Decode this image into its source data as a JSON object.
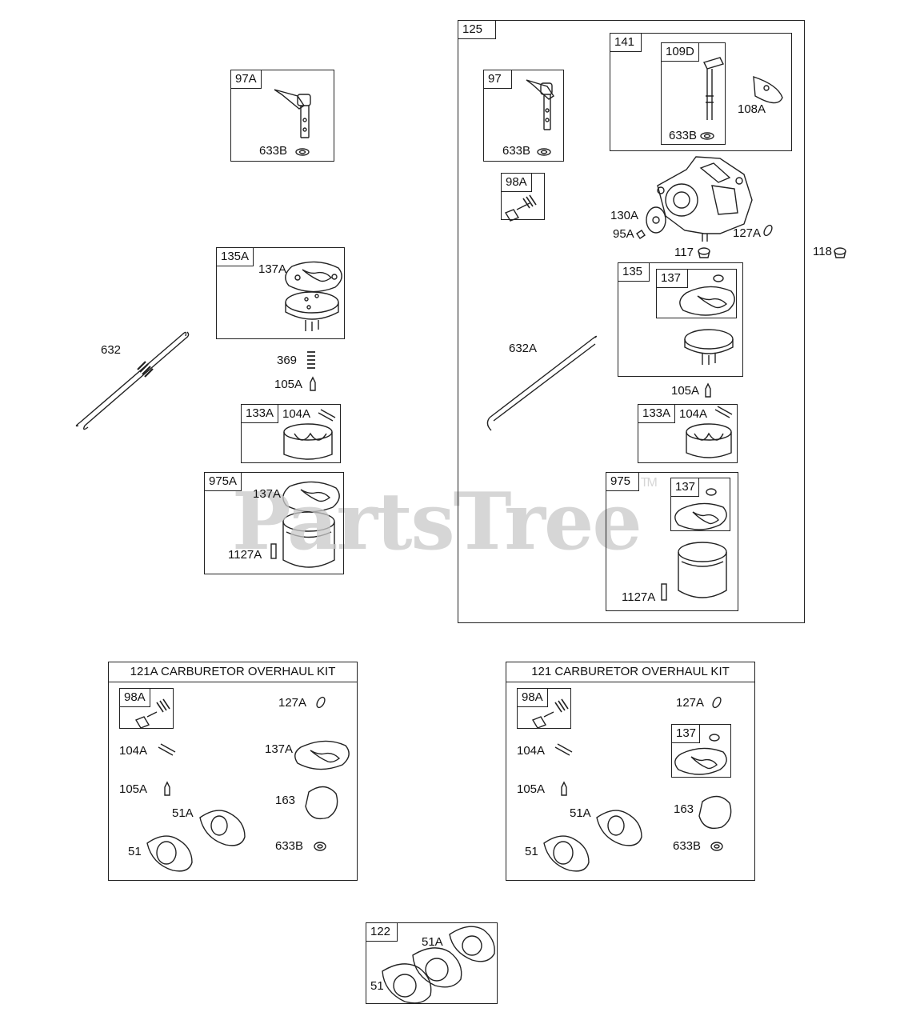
{
  "colors": {
    "line": "#222222",
    "watermark": "#c9c9c9"
  },
  "watermark": {
    "text": "PartsTree",
    "tm": "TM"
  },
  "left": {
    "box97A": {
      "tag": "97A",
      "l633B": "633B"
    },
    "l632": "632",
    "box135A": {
      "tag": "135A",
      "l137A": "137A"
    },
    "l369": "369",
    "l105A": "105A",
    "box133A": {
      "tag": "133A",
      "l104A": "104A"
    },
    "box975A": {
      "tag": "975A",
      "l137A": "137A",
      "l1127A": "1127A"
    }
  },
  "right": {
    "box125": {
      "tag": "125"
    },
    "box97": {
      "tag": "97",
      "l633B": "633B"
    },
    "box141": {
      "tag": "141",
      "l108A": "108A"
    },
    "box109D": {
      "tag": "109D",
      "l633B": "633B"
    },
    "box98A": {
      "tag": "98A"
    },
    "l130A": "130A",
    "l95A": "95A",
    "l127A": "127A",
    "l117": "117",
    "l118": "118",
    "box135": {
      "tag": "135"
    },
    "box137": {
      "tag": "137"
    },
    "l632A": "632A",
    "l105A": "105A",
    "box133A": {
      "tag": "133A",
      "l104A": "104A"
    },
    "box975": {
      "tag": "975",
      "l1127A": "1127A"
    },
    "box975_137": {
      "tag": "137"
    }
  },
  "kit121A": {
    "title": "121A CARBURETOR OVERHAUL KIT",
    "tag98A": "98A",
    "l104A": "104A",
    "l105A": "105A",
    "l51A": "51A",
    "l51": "51",
    "l127A": "127A",
    "l137A": "137A",
    "l163": "163",
    "l633B": "633B"
  },
  "kit121": {
    "title": "121 CARBURETOR OVERHAUL KIT",
    "tag98A": "98A",
    "tag137": "137",
    "l104A": "104A",
    "l105A": "105A",
    "l51A": "51A",
    "l51": "51",
    "l127A": "127A",
    "l163": "163",
    "l633B": "633B"
  },
  "box122": {
    "tag": "122",
    "l51A": "51A",
    "l51": "51"
  }
}
